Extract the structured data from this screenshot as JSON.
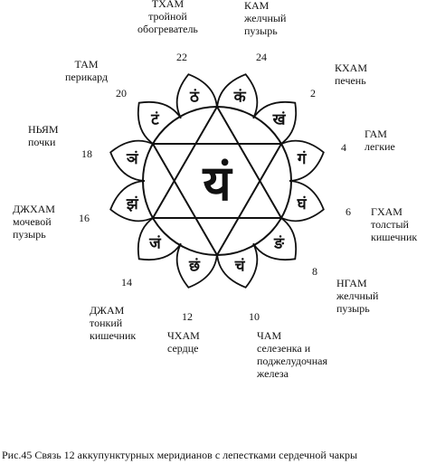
{
  "center_syllable": "यं",
  "petals": [
    {
      "syllable": "कं",
      "number": "24",
      "label": [
        "КАМ",
        "желчный",
        "пузырь"
      ]
    },
    {
      "syllable": "खं",
      "number": "2",
      "label": [
        "КХАМ",
        "печень"
      ]
    },
    {
      "syllable": "गं",
      "number": "4",
      "label": [
        "ГАМ",
        "легкие"
      ]
    },
    {
      "syllable": "घं",
      "number": "6",
      "label": [
        "ГХАМ",
        "толстый",
        "кишечник"
      ]
    },
    {
      "syllable": "ङं",
      "number": "8",
      "label": [
        "НГАМ",
        "желчный",
        "пузырь"
      ]
    },
    {
      "syllable": "चं",
      "number": "10",
      "label": [
        "ЧАМ",
        "селезенка и",
        "поджелудочная",
        "железа"
      ]
    },
    {
      "syllable": "छं",
      "number": "12",
      "label": [
        "ЧХАМ",
        "сердце"
      ]
    },
    {
      "syllable": "जं",
      "number": "14",
      "label": [
        "ДЖАМ",
        "тонкий",
        "кишечник"
      ]
    },
    {
      "syllable": "झं",
      "number": "16",
      "label": [
        "ДЖХАМ",
        "мочевой",
        "пузырь"
      ]
    },
    {
      "syllable": "ञं",
      "number": "18",
      "label": [
        "НЬЯМ",
        "почки"
      ]
    },
    {
      "syllable": "टं",
      "number": "20",
      "label": [
        "ТАМ",
        "перикард"
      ]
    },
    {
      "syllable": "ठं",
      "number": "22",
      "label": [
        "ТХАМ",
        "тройной",
        "обогреватель"
      ]
    }
  ],
  "caption": "Рис.45  Связь 12 аккупунктурных меридианов с лепестками сердечной чакры"
}
